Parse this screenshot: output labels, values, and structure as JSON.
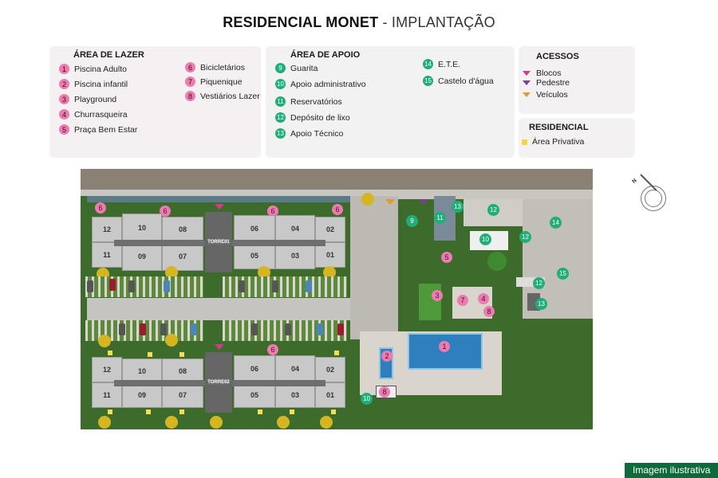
{
  "header": {
    "title_bold": "RESIDENCIAL MONET",
    "title_light": " - IMPLANTAÇÃO"
  },
  "legend": {
    "lazer": {
      "title": "ÁREA DE LAZER",
      "color": "#ec7bb0",
      "items": [
        {
          "n": "1",
          "label": "Piscina Adulto"
        },
        {
          "n": "2",
          "label": "Piscina infantil"
        },
        {
          "n": "3",
          "label": "Playground"
        },
        {
          "n": "4",
          "label": "Churrasqueira"
        },
        {
          "n": "5",
          "label": "Praça Bem Estar"
        },
        {
          "n": "6",
          "label": "Bicicletários"
        },
        {
          "n": "7",
          "label": "Piquenique"
        },
        {
          "n": "8",
          "label": "Vestiários Lazer"
        }
      ]
    },
    "apoio": {
      "title": "ÁREA DE APOIO",
      "color": "#1fae78",
      "items": [
        {
          "n": "9",
          "label": "Guarita"
        },
        {
          "n": "10",
          "label": "Apoio administrativo"
        },
        {
          "n": "11",
          "label": "Reservatórios"
        },
        {
          "n": "12",
          "label": "Depósito de lixo"
        },
        {
          "n": "13",
          "label": "Apoio Técnico"
        },
        {
          "n": "14",
          "label": "E.T.E."
        },
        {
          "n": "15",
          "label": "Castelo d'água"
        }
      ]
    },
    "acessos": {
      "title": "ACESSOS",
      "items": [
        {
          "label": "Blocos",
          "color": "#d6388d"
        },
        {
          "label": "Pedestre",
          "color": "#7b3f98"
        },
        {
          "label": "Veículos",
          "color": "#e39a2b"
        }
      ]
    },
    "residencial": {
      "title": "RESIDENCIAL",
      "items": [
        {
          "label": "Área Privativa",
          "color": "#f2d64a"
        }
      ]
    }
  },
  "map": {
    "torre1": {
      "label": "TORRE01",
      "units_top": [
        "12",
        "10",
        "08",
        "06",
        "04",
        "02"
      ],
      "units_bottom": [
        "11",
        "09",
        "07",
        "05",
        "03",
        "01"
      ]
    },
    "torre2": {
      "label": "TORRE02",
      "units_top": [
        "12",
        "10",
        "08",
        "06",
        "04",
        "02"
      ],
      "units_bottom": [
        "11",
        "09",
        "07",
        "05",
        "03",
        "01"
      ]
    },
    "markers": {
      "m6": "6",
      "m1": "1",
      "m2": "2",
      "m3": "3",
      "m4": "4",
      "m5": "5",
      "m7": "7",
      "m8": "8",
      "m9": "9",
      "m10": "10",
      "m11": "11",
      "m12": "12",
      "m13": "13",
      "m14": "14",
      "m15": "15"
    },
    "compass_label": "N"
  },
  "footer": {
    "badge": "Imagem ilustrativa"
  }
}
